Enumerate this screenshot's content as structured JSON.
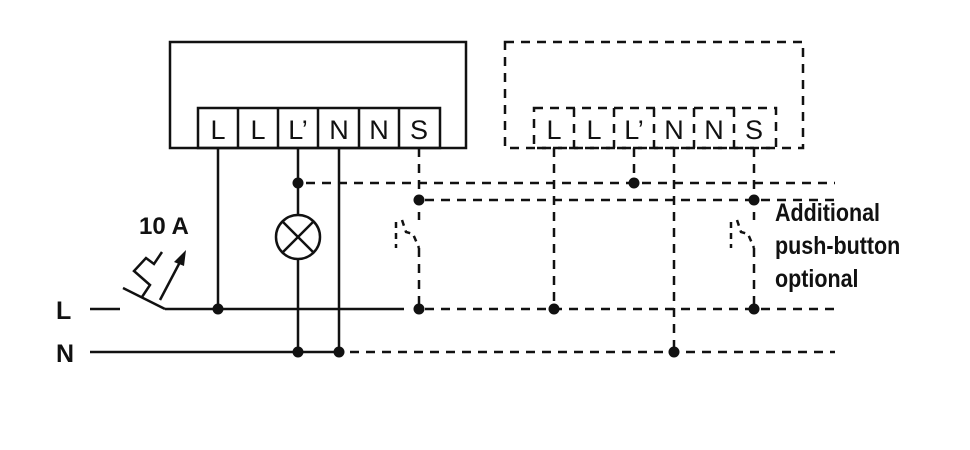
{
  "main_device": {
    "terminals": [
      "L",
      "L",
      "L’",
      "N",
      "N",
      "S"
    ]
  },
  "optional_device": {
    "terminals": [
      "L",
      "L",
      "L’",
      "N",
      "N",
      "S"
    ]
  },
  "lines": {
    "live": "L",
    "neutral": "N"
  },
  "breaker": {
    "rating": "10 A"
  },
  "note": {
    "line1": "Additional",
    "line2": "push-button",
    "line3": "optional"
  }
}
